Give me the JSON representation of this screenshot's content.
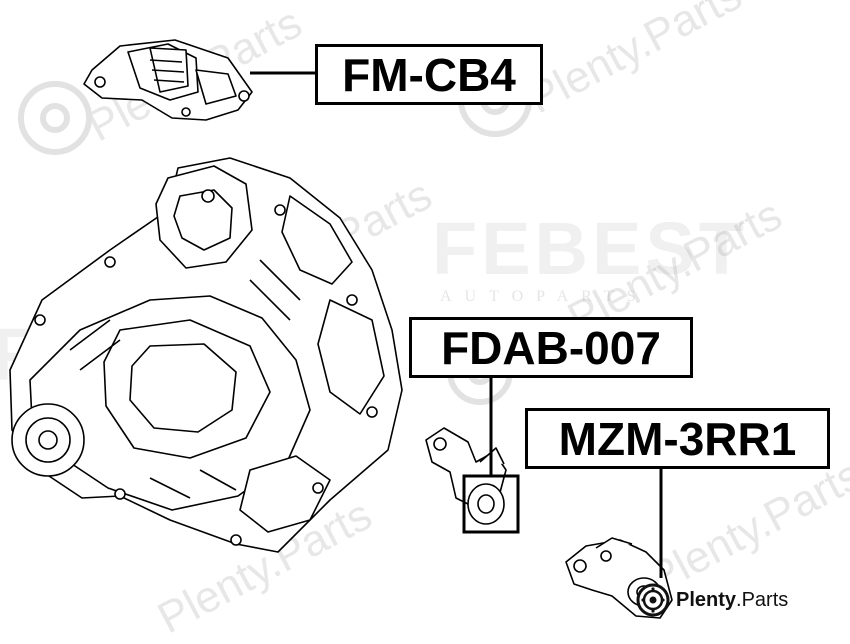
{
  "labels": {
    "fm_cb4": "FM-CB4",
    "fdab_007": "FDAB-007",
    "mzm_3rr1": "MZM-3RR1"
  },
  "watermark": {
    "site_text": "Plenty.Parts",
    "brand_text": "FEBEST",
    "brand_sub": "AUTOPARTS"
  },
  "footer_logo": {
    "name_bold": "Plenty",
    "name_rest": ".Parts"
  },
  "colors": {
    "line": "#000000",
    "watermark": "#aaaaaa",
    "background": "#ffffff"
  }
}
